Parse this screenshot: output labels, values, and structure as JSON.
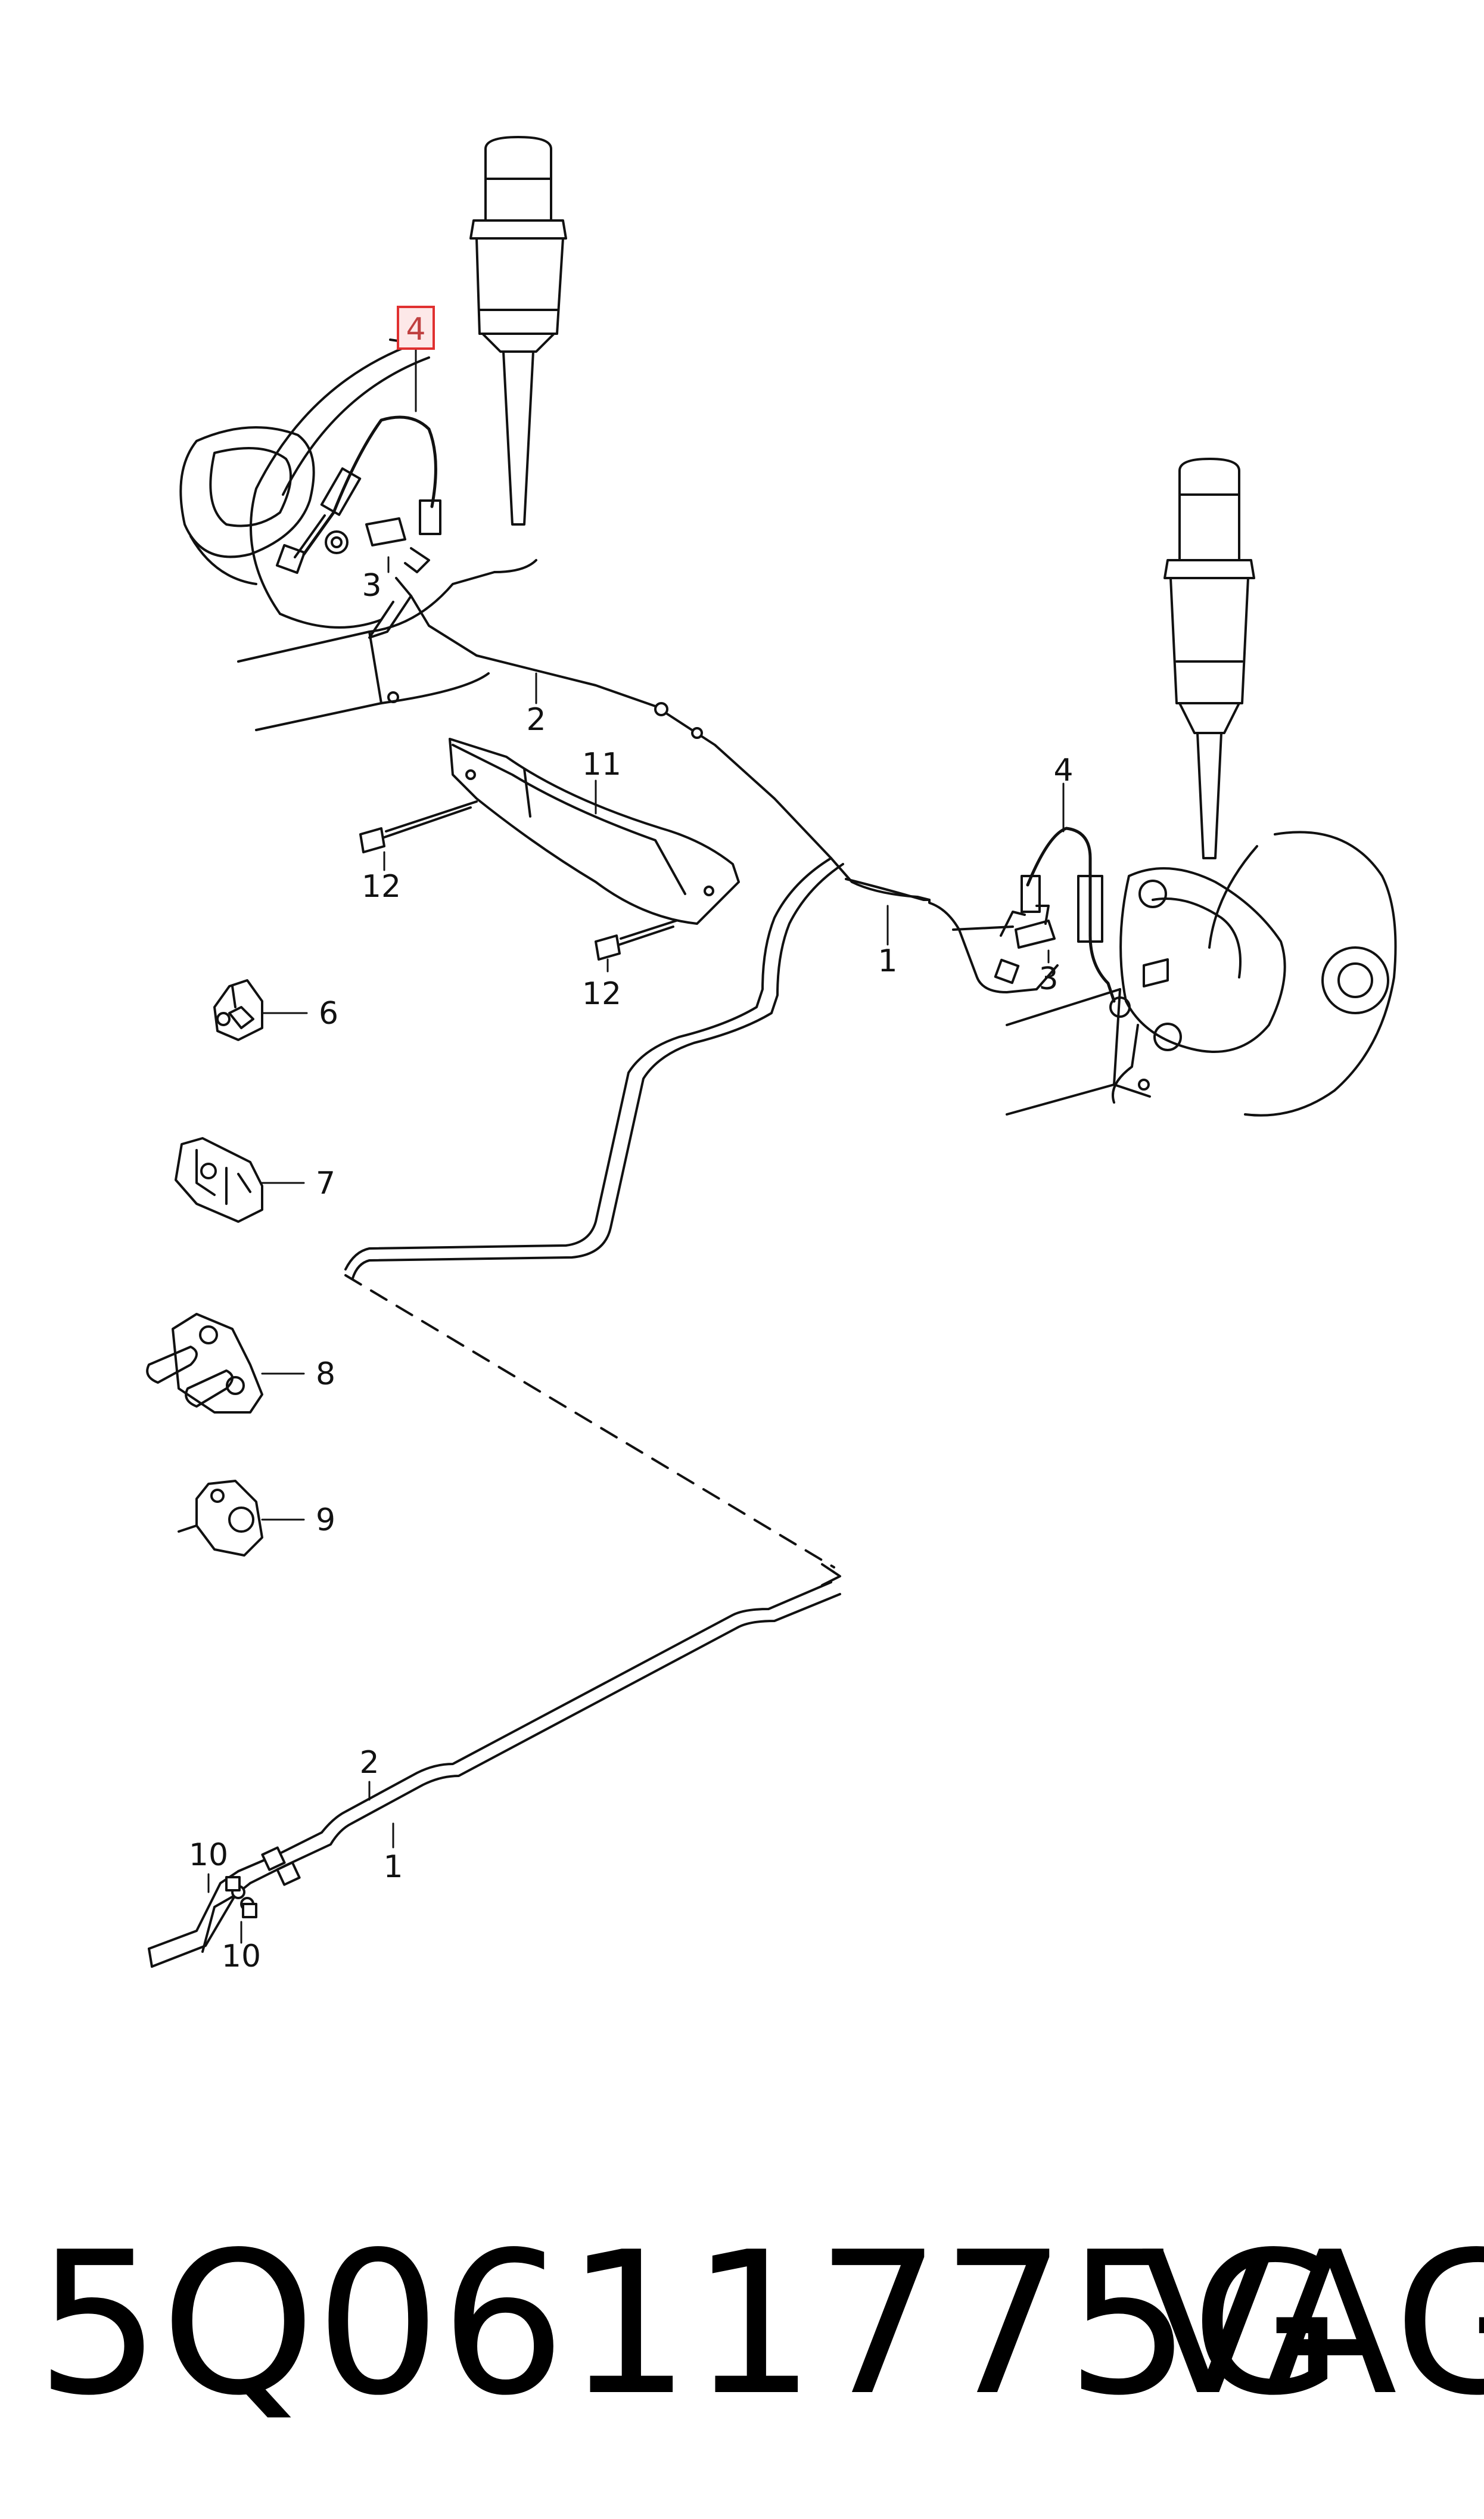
{
  "diagram": {
    "callouts": {
      "c4_highlight": "4",
      "c3_left": "3",
      "c2_top": "2",
      "c11": "11",
      "c12_a": "12",
      "c12_b": "12",
      "c4_right": "4",
      "c1_top": "1",
      "c3_right": "3",
      "c6": "6",
      "c7": "7",
      "c8": "8",
      "c9": "9",
      "c2_bottom": "2",
      "c1_bottom": "1",
      "c10_a": "10",
      "c10_b": "10"
    },
    "highlight_color": "#e03030",
    "highlight_fill": "#fde8e8",
    "line_color": "#111111"
  },
  "footer": {
    "part_number": "5Q0611775G",
    "brand": "VAG"
  }
}
